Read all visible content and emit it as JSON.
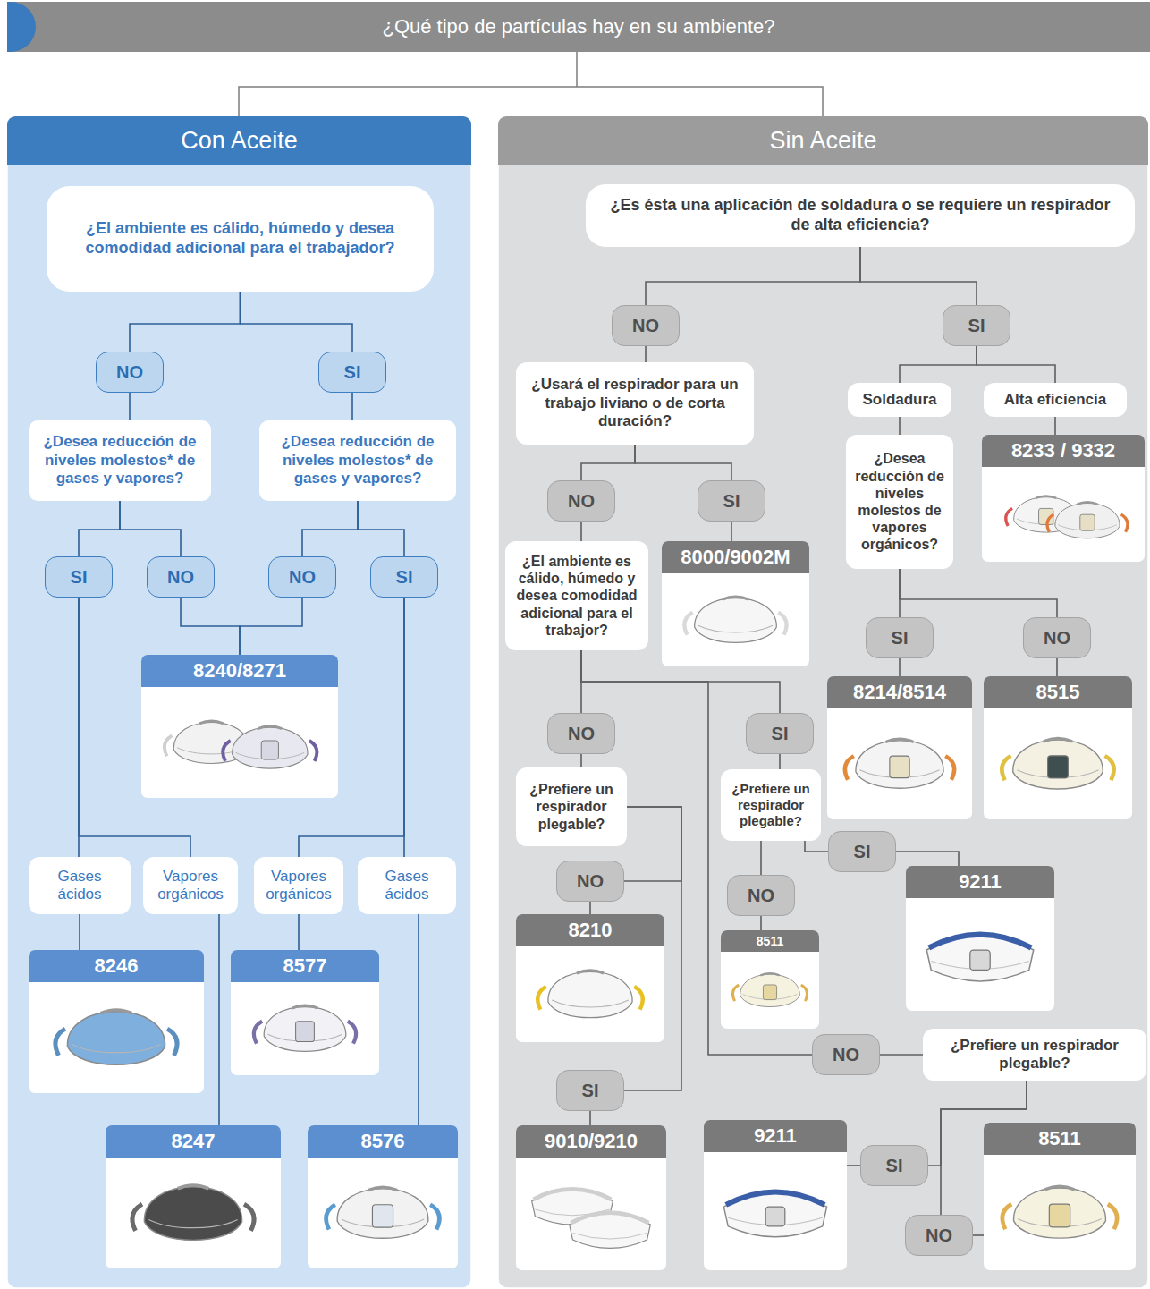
{
  "diagram": {
    "title": "¿Qué tipo de partículas hay en su ambiente?",
    "nodes": [
      {
        "text": [
          "Con Aceite"
        ]
      },
      {
        "text": [
          "¿El ambiente es cálido, húmedo y desea comodidad adicional para el trabajador?"
        ],
        "in": 0
      },
      {
        "text": [
          "NO"
        ],
        "in": 0
      },
      {
        "text": [
          "SI"
        ],
        "in": 0
      },
      {
        "text": [
          "¿Desea reducción de niveles molestos* de gases y vapores?"
        ],
        "in": 0
      },
      {
        "text": [
          "¿Desea reducción de niveles molestos* de gases y vapores?"
        ],
        "in": 0
      },
      {
        "text": [
          "SI"
        ],
        "in": 0
      },
      {
        "text": [
          "NO"
        ],
        "in": 0
      },
      {
        "text": [
          "NO"
        ],
        "in": 0
      },
      {
        "text": [
          "SI"
        ],
        "in": 0
      },
      {
        "text": [
          "8240/8271"
        ],
        "in": 0
      },
      {
        "text": [
          "Gases ácidos"
        ],
        "in": 0
      },
      {
        "text": [
          "Vapores orgánicos"
        ],
        "in": 0
      },
      {
        "text": [
          "Vapores orgánicos"
        ],
        "in": 0
      },
      {
        "text": [
          "Gases ácidos"
        ],
        "in": 0
      },
      {
        "text": [
          "8246"
        ],
        "in": 0
      },
      {
        "text": [
          "8577"
        ],
        "in": 0
      },
      {
        "text": [
          "8247"
        ],
        "in": 0
      },
      {
        "text": [
          "8576"
        ],
        "in": 0
      },
      {
        "text": [
          "Sin Aceite"
        ]
      },
      {
        "text": [
          "¿Es ésta una aplicación de soldadura o se requiere un respirador de alta eficiencia?"
        ],
        "in": 19
      },
      {
        "text": [
          "NO"
        ],
        "in": 19
      },
      {
        "text": [
          "SI"
        ],
        "in": 19
      },
      {
        "text": [
          "¿Usará el respirador para un trabajo liviano o de corta duración?"
        ],
        "in": 19
      },
      {
        "text": [
          "Soldadura"
        ],
        "in": 19
      },
      {
        "text": [
          "Alta eficiencia"
        ],
        "in": 19
      },
      {
        "text": [
          "NO"
        ],
        "in": 19
      },
      {
        "text": [
          "SI"
        ],
        "in": 19
      },
      {
        "text": [
          "¿Desea reducción de niveles molestos de vapores orgánicos?"
        ],
        "in": 19
      },
      {
        "text": [
          "8233 / 9332"
        ],
        "in": 19
      },
      {
        "text": [
          "¿El ambiente es cálido, húmedo y desea comodidad adicional para el trabajor?"
        ],
        "in": 19
      },
      {
        "text": [
          "8000/9002M"
        ],
        "in": 19
      },
      {
        "text": [
          "SI"
        ],
        "in": 19
      },
      {
        "text": [
          "NO"
        ],
        "in": 19
      },
      {
        "text": [
          "8214/8514"
        ],
        "in": 19
      },
      {
        "text": [
          "8515"
        ],
        "in": 19
      },
      {
        "text": [
          "NO"
        ],
        "in": 19
      },
      {
        "text": [
          "SI"
        ],
        "in": 19
      },
      {
        "text": [
          "¿Prefiere un respirador plegable?"
        ],
        "in": 19
      },
      {
        "text": [
          "¿Prefiere un respirador plegable?"
        ],
        "in": 19
      },
      {
        "text": [
          "NO"
        ],
        "in": 19
      },
      {
        "text": [
          "SI"
        ],
        "in": 19
      },
      {
        "text": [
          "9211"
        ],
        "in": 19
      },
      {
        "text": [
          "NO"
        ],
        "in": 19
      },
      {
        "text": [
          "8511"
        ],
        "in": 19
      },
      {
        "text": [
          "8210"
        ],
        "in": 19
      },
      {
        "text": [
          "NO"
        ],
        "in": 19
      },
      {
        "text": [
          "¿Prefiere un respirador plegable?"
        ],
        "in": 19
      },
      {
        "text": [
          "SI"
        ],
        "in": 19
      },
      {
        "text": [
          "9010/9210"
        ],
        "in": 19
      },
      {
        "text": [
          "9211"
        ],
        "in": 19
      },
      {
        "text": [
          "SI"
        ],
        "in": 19
      },
      {
        "text": [
          "8511"
        ],
        "in": 19
      },
      {
        "text": [
          "NO"
        ],
        "in": 19
      }
    ],
    "edges": [
      {
        "from": 1,
        "to": 2,
        "arrow": "none"
      },
      {
        "from": 1,
        "to": 3,
        "arrow": "none"
      },
      {
        "from": 2,
        "to": 4,
        "arrow": "none"
      },
      {
        "from": 3,
        "to": 5,
        "arrow": "none"
      },
      {
        "from": 4,
        "to": 6,
        "arrow": "none"
      },
      {
        "from": 4,
        "to": 7,
        "arrow": "none"
      },
      {
        "from": 5,
        "to": 8,
        "arrow": "none"
      },
      {
        "from": 5,
        "to": 9,
        "arrow": "none"
      },
      {
        "from": 7,
        "to": 10,
        "arrow": "none"
      },
      {
        "from": 8,
        "to": 10,
        "arrow": "none"
      },
      {
        "from": 6,
        "to": 11,
        "arrow": "none"
      },
      {
        "from": 6,
        "to": 12,
        "arrow": "none"
      },
      {
        "from": 9,
        "to": 13,
        "arrow": "none"
      },
      {
        "from": 9,
        "to": 14,
        "arrow": "none"
      },
      {
        "from": 11,
        "to": 15,
        "arrow": "none"
      },
      {
        "from": 12,
        "to": 17,
        "arrow": "none"
      },
      {
        "from": 13,
        "to": 16,
        "arrow": "none"
      },
      {
        "from": 14,
        "to": 18,
        "arrow": "none"
      },
      {
        "from": 20,
        "to": 21,
        "arrow": "none"
      },
      {
        "from": 20,
        "to": 22,
        "arrow": "none"
      },
      {
        "from": 21,
        "to": 23,
        "arrow": "none"
      },
      {
        "from": 22,
        "to": 24,
        "arrow": "none"
      },
      {
        "from": 22,
        "to": 25,
        "arrow": "none"
      },
      {
        "from": 25,
        "to": 29,
        "arrow": "none"
      },
      {
        "from": 24,
        "to": 28,
        "arrow": "none"
      },
      {
        "from": 28,
        "to": 32,
        "arrow": "none"
      },
      {
        "from": 28,
        "to": 33,
        "arrow": "none"
      },
      {
        "from": 32,
        "to": 34,
        "arrow": "none"
      },
      {
        "from": 33,
        "to": 35,
        "arrow": "none"
      },
      {
        "from": 23,
        "to": 26,
        "arrow": "none"
      },
      {
        "from": 23,
        "to": 27,
        "arrow": "none"
      },
      {
        "from": 27,
        "to": 31,
        "arrow": "none"
      },
      {
        "from": 26,
        "to": 30,
        "arrow": "none"
      },
      {
        "from": 30,
        "to": 36,
        "arrow": "none"
      },
      {
        "from": 30,
        "to": 37,
        "arrow": "none"
      },
      {
        "from": 30,
        "to": 46,
        "arrow": "none"
      },
      {
        "from": 36,
        "to": 38,
        "arrow": "none"
      },
      {
        "from": 38,
        "to": 40,
        "arrow": "none"
      },
      {
        "from": 38,
        "to": 48,
        "arrow": "none"
      },
      {
        "from": 40,
        "to": 45,
        "arrow": "none"
      },
      {
        "from": 48,
        "to": 49,
        "arrow": "none"
      },
      {
        "from": 37,
        "to": 39,
        "arrow": "none"
      },
      {
        "from": 39,
        "to": 41,
        "arrow": "none"
      },
      {
        "from": 39,
        "to": 43,
        "arrow": "none"
      },
      {
        "from": 41,
        "to": 42,
        "arrow": "none"
      },
      {
        "from": 43,
        "to": 44,
        "arrow": "none"
      },
      {
        "from": 46,
        "to": 47,
        "arrow": "none"
      },
      {
        "from": 47,
        "to": 51,
        "arrow": "none"
      },
      {
        "from": 47,
        "to": 53,
        "arrow": "none"
      },
      {
        "from": 51,
        "to": 50,
        "arrow": "none"
      },
      {
        "from": 53,
        "to": 52,
        "arrow": "none"
      }
    ]
  }
}
